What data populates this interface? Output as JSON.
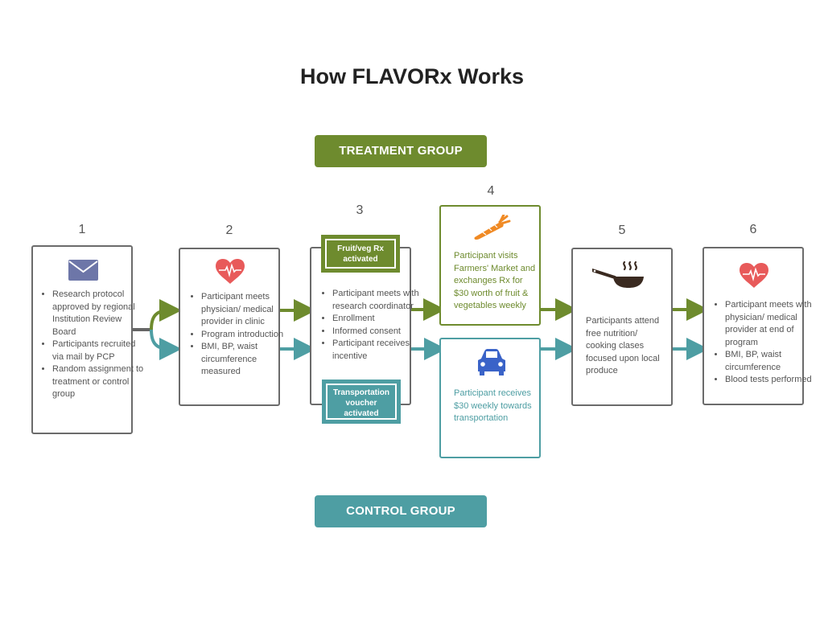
{
  "title": "How FLAVORx Works",
  "groups": {
    "treatment": "TREATMENT GROUP",
    "control": "CONTROL GROUP"
  },
  "colors": {
    "treatment": "#6e8b2e",
    "control": "#4e9ea3",
    "border": "#6b6b6b",
    "heart": "#e85a5a",
    "envelope": "#6d76a8",
    "carrot": "#f08a24",
    "car": "#3a63c8"
  },
  "steps": {
    "s1": {
      "number": "1",
      "icon": "envelope-icon",
      "bullets": [
        "Research protocol approved by regional Institution Review Board",
        "Participants recruited via mail by PCP",
        "Random assignment to treatment or control group"
      ]
    },
    "s2": {
      "number": "2",
      "icon": "heart-icon",
      "bullets": [
        "Participant meets physician/ medical provider in clinic",
        "Program introduction",
        "BMI, BP, waist circumference measured"
      ]
    },
    "s3": {
      "number": "3",
      "bullets": [
        "Participant meets with research coordinator",
        "Enrollment",
        "Informed consent",
        "Participant receives incentive"
      ],
      "treatment_tag": "Fruit/veg Rx activated",
      "control_tag": "Transportation voucher activated"
    },
    "s4": {
      "number": "4",
      "treatment_icon": "carrot-icon",
      "treatment_text": "Participant visits Farmers' Market and exchanges Rx for $30 worth of fruit & vegetables weekly",
      "control_icon": "car-icon",
      "control_text": "Participant receives $30 weekly towards transportation"
    },
    "s5": {
      "number": "5",
      "icon": "frying-pan-icon",
      "text": "Participants attend free nutrition/ cooking clases focused upon local produce"
    },
    "s6": {
      "number": "6",
      "icon": "heart-icon",
      "bullets": [
        "Participant meets with physician/ medical provider at end of program",
        "BMI, BP, waist circumference",
        "Blood tests performed"
      ]
    }
  }
}
